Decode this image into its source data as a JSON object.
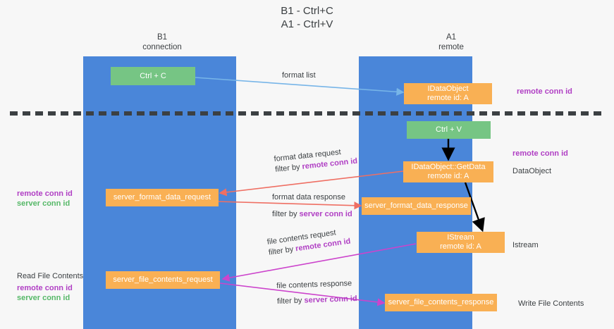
{
  "title": {
    "line1": "B1 - Ctrl+C",
    "line2": "A1 - Ctrl+V"
  },
  "columns": {
    "left": {
      "name": "B1",
      "role": "connection"
    },
    "right": {
      "name": "A1",
      "role": "remote"
    }
  },
  "colors": {
    "lane": "#4a86d9",
    "green_box": "#76c584",
    "orange_box": "#f9b054",
    "purple_text": "#b03fc4",
    "green_text": "#56b868",
    "arrow_blue": "#77b5e8",
    "arrow_red": "#ef6f63",
    "arrow_magenta": "#cc44cc",
    "arrow_black": "#000000",
    "divider": "#3c4043",
    "background": "#f7f7f7"
  },
  "boxes": {
    "ctrl_c": {
      "label": "Ctrl + C",
      "type": "green"
    },
    "ctrl_v": {
      "label": "Ctrl + V",
      "type": "green"
    },
    "idataobject": {
      "line1": "IDataObject",
      "line2": "remote id: A",
      "type": "orange"
    },
    "idataobject_getdata": {
      "line1": "IDataObject::GetData",
      "line2": "remote id: A",
      "type": "orange"
    },
    "istream": {
      "line1": "IStream",
      "line2": "remote id: A",
      "type": "orange"
    },
    "server_format_data_request": {
      "label": "server_format_data_request",
      "type": "orange"
    },
    "server_format_data_response": {
      "label": "server_format_data_response",
      "type": "orange"
    },
    "server_file_contents_request": {
      "label": "server_file_contents_request",
      "type": "orange"
    },
    "server_file_contents_response": {
      "label": "server_file_contents_response",
      "type": "orange"
    }
  },
  "annotations": {
    "format_list": "format list",
    "format_data_request": "format data request",
    "format_data_request_filter_prefix": "filter by ",
    "format_data_request_filter_value": "remote conn id",
    "format_data_response": "format data response",
    "format_data_response_filter_prefix": "filter by ",
    "format_data_response_filter_value": "server conn id",
    "file_contents_request": "file contents request",
    "file_contents_request_filter_prefix": "filter by ",
    "file_contents_request_filter_value": "remote conn id",
    "file_contents_response": "file contents response",
    "file_contents_response_filter_prefix": "filter by ",
    "file_contents_response_filter_value": "server conn id"
  },
  "side_labels": {
    "right_top_remote_conn_id": "remote conn id",
    "right_mid_remote_conn_id": "remote conn id",
    "right_dataobject": "DataObject",
    "right_istream": "Istream",
    "right_write_file_contents": "Write File Contents",
    "left_remote_conn_id": "remote conn id",
    "left_server_conn_id": "server conn id",
    "left_read_file_contents": "Read File Contents",
    "left_remote_conn_id_2": "remote conn id",
    "left_server_conn_id_2": "server conn id"
  }
}
